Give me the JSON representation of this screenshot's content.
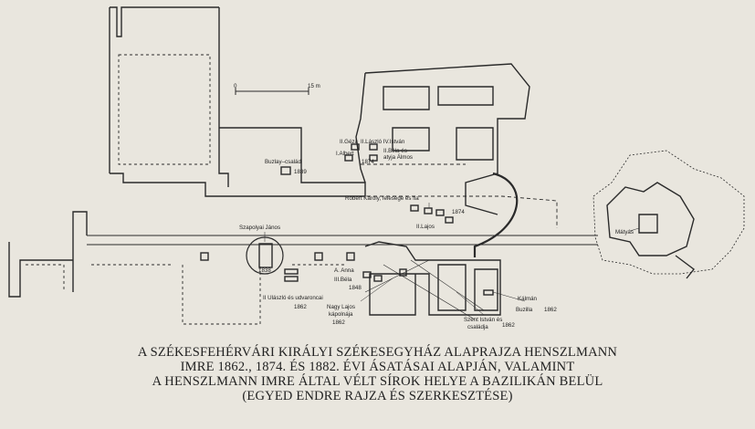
{
  "scale": {
    "zero": "0",
    "length": "15 m"
  },
  "labels": {
    "geza": "II.Géza",
    "laszlo_istvan": "II.László IV.István",
    "albert": "I.Albert",
    "bela_almos": "II.Béla és",
    "bela_almos2": "atyja Álmos",
    "y1874a": "1874",
    "buzlay": "Buzlay–család",
    "y1839": "1839",
    "robert": "Róbert Károly, felesége és fia",
    "y1874b": "1874",
    "lajos": "II.Lajos",
    "szapolyai": "Szapolyai János",
    "y1838": "1838",
    "anna": "A. Anna",
    "bela3": "III.Béla",
    "y1848": "1848",
    "ulaszlo": "II Ulászló és udvaroncai",
    "y1862a": "1862",
    "nagy_lajos": "Nagy Lajos",
    "kapolnaja": "kápolnája",
    "y1862b": "1862",
    "szent_istvan": "Szent István és",
    "csaladja": "családja",
    "y1862c": "1862",
    "kalman": "Kálmán",
    "buzilla": "Buzilla",
    "y1862d": "1862",
    "matyas": "Mátyás"
  },
  "caption": [
    "A SZÉKESFEHÉRVÁRI KIRÁLYI SZÉKESEGYHÁZ ALAPRAJZA HENSZLMANN",
    "IMRE 1862., 1874. ÉS 1882. ÉVI ÁSATÁSAI ALAPJÁN, VALAMINT",
    "A HENSZLMANN IMRE ÁLTAL VÉLT SÍROK HELYE A BAZILIKÁN BELÜL",
    "(EGYED ENDRE RAJZA ÉS SZERKESZTÉSE)"
  ]
}
